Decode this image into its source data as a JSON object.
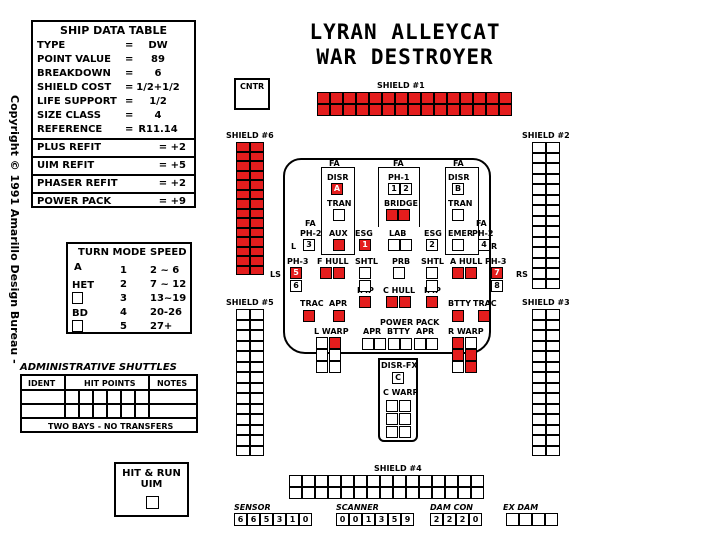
{
  "copyright": "Copyright © 1991 Amarillo Design Bureau -",
  "title": {
    "line1": "LYRAN ALLEYCAT",
    "line2": "WAR DESTROYER"
  },
  "ship_data_table": {
    "header": "SHIP DATA TABLE",
    "rows": [
      {
        "label": "TYPE",
        "eq": "=",
        "value": "DW"
      },
      {
        "label": "POINT VALUE",
        "eq": "=",
        "value": "89"
      },
      {
        "label": "BREAKDOWN",
        "eq": "=",
        "value": "6"
      },
      {
        "label": "SHIELD COST",
        "eq": "=",
        "value": "1/2+1/2"
      },
      {
        "label": "LIFE SUPPORT",
        "eq": "=",
        "value": "1/2"
      },
      {
        "label": "SIZE CLASS",
        "eq": "=",
        "value": "4"
      },
      {
        "label": "REFERENCE",
        "eq": "=",
        "value": "R11.14"
      }
    ],
    "refits": [
      {
        "label": "PLUS REFIT",
        "value": "= +2"
      },
      {
        "label": "UIM REFIT",
        "value": "= +5"
      },
      {
        "label": "PHASER REFIT",
        "value": "= +2"
      },
      {
        "label": "POWER PACK",
        "value": "= +9"
      }
    ]
  },
  "turn_mode": {
    "headers": {
      "turn_mode": "TURN MODE",
      "speed": "SPEED"
    },
    "rows": [
      {
        "mode": "A",
        "num": "1",
        "speed": "2 ~ 6"
      },
      {
        "mode": "",
        "num": "2",
        "speed": "7 ~ 12"
      },
      {
        "mode": "",
        "num": "3",
        "speed": "13~19"
      },
      {
        "mode": "",
        "num": "4",
        "speed": "20-26"
      },
      {
        "mode": "",
        "num": "5",
        "speed": "27+"
      }
    ],
    "het": "HET",
    "bd": "BD"
  },
  "admin_shuttles": {
    "title": "ADMINISTRATIVE SHUTTLES",
    "headers": {
      "ident": "IDENT",
      "hit_points": "HIT POINTS",
      "notes": "NOTES"
    },
    "footer": "TWO BAYS - NO TRANSFERS"
  },
  "hit_and_run": {
    "line1": "HIT & RUN",
    "line2": "UIM"
  },
  "cntr": "CNTR",
  "shields": {
    "s1": "SHIELD #1",
    "s2": "SHIELD #2",
    "s3": "SHIELD #3",
    "s4": "SHIELD #4",
    "s5": "SHIELD #5",
    "s6": "SHIELD #6"
  },
  "ship_labels": {
    "fa1": "FA",
    "fa2": "FA",
    "fa3": "FA",
    "disr_l": "DISR",
    "disr_l_val": "A",
    "tran_l": "TRAN",
    "ph1": "PH-1",
    "ph1_v1": "1",
    "ph1_v2": "2",
    "bridge": "BRIDGE",
    "disr_r": "DISR",
    "disr_r_val": "B",
    "tran_r": "TRAN",
    "fa_l": "FA",
    "ph2_l": "PH-2",
    "ph2_l_side": "L",
    "ph2_l_val": "3",
    "aux": "AUX",
    "esg_l": "ESG",
    "esg_l_val": "1",
    "lab": "LAB",
    "esg_r": "ESG",
    "esg_r_val": "2",
    "fa_r": "FA",
    "emer": "EMER",
    "ph2_r": "PH-2",
    "ph2_r_val": "4",
    "ph2_r_side": "R",
    "ph3_l": "PH-3",
    "ph3_l_v1": "5",
    "ph3_l_v2": "6",
    "f_hull": "F HULL",
    "shtl_l": "SHTL",
    "prb": "PRB",
    "shtl_r": "SHTL",
    "a_hull": "A HULL",
    "ph3_r": "PH-3",
    "ph3_r_v1": "7",
    "ph3_r_v2": "8",
    "ls": "LS",
    "rs": "RS",
    "imp_l": "IMP",
    "c_hull": "C HULL",
    "imp_r": "IMP",
    "trac_l": "TRAC",
    "apr_l": "APR",
    "btty_r": "BTTY",
    "trac_r": "TRAC",
    "l_warp": "L WARP",
    "power_pack": "POWER PACK",
    "apr_c1": "APR",
    "btty_c": "BTTY",
    "apr_c2": "APR",
    "r_warp": "R WARP",
    "disr_fx": "DISR-FX",
    "disr_fx_val": "C",
    "c_warp": "C WARP"
  },
  "tracks": {
    "sensor": {
      "label": "SENSOR",
      "values": [
        "6",
        "6",
        "5",
        "3",
        "1",
        "0"
      ]
    },
    "scanner": {
      "label": "SCANNER",
      "values": [
        "0",
        "0",
        "1",
        "3",
        "5",
        "9"
      ]
    },
    "dam_con": {
      "label": "DAM CON",
      "values": [
        "2",
        "2",
        "2",
        "0"
      ]
    },
    "ex_dam": {
      "label": "EX DAM",
      "values": [
        "",
        "",
        "",
        ""
      ]
    }
  },
  "colors": {
    "damage_box": "#e41d1d",
    "ink": "#000000",
    "paper": "#ffffff"
  }
}
